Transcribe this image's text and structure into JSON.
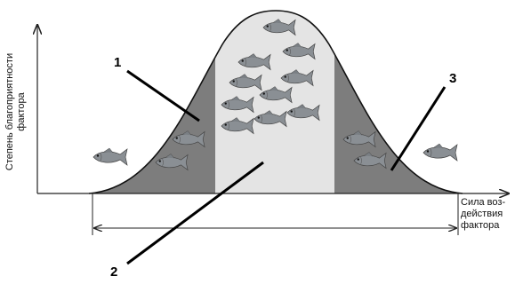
{
  "axes": {
    "y_label_line1": "Степень благоприятности",
    "y_label_line2": "фактора",
    "x_label_line1": "Сила воз-",
    "x_label_line2": "действия",
    "x_label_line3": "фактора"
  },
  "callouts": {
    "n1": "1",
    "n2": "2",
    "n3": "3"
  },
  "colors": {
    "pessimum_zone": "#7d7d7d",
    "optimum_zone": "#e4e4e4",
    "curve": "#111111",
    "fish": "#8a8f94"
  },
  "fish_icon": "fish-icon"
}
